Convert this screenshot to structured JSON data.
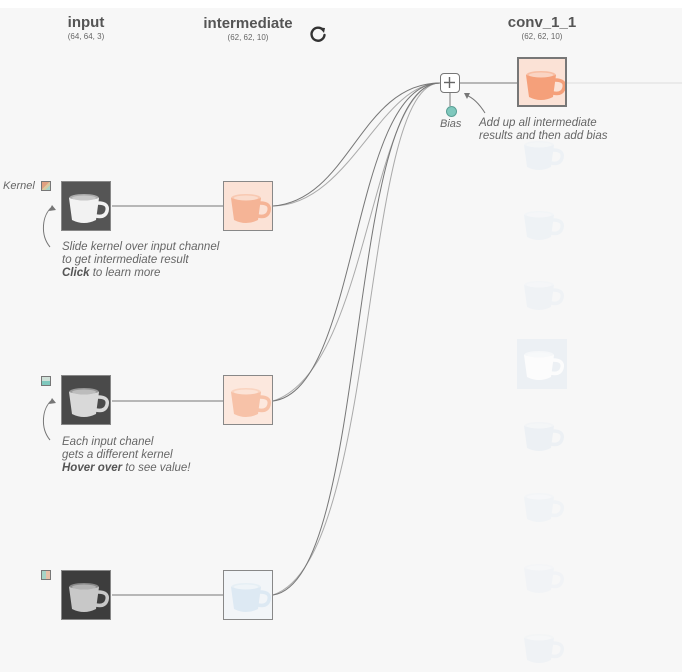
{
  "columns": {
    "input": {
      "title": "input",
      "shape": "(64, 64, 3)"
    },
    "intermediate": {
      "title": "intermediate",
      "shape": "(62, 62, 10)"
    },
    "output": {
      "title": "conv_1_1",
      "shape": "(62, 62, 10)"
    }
  },
  "kernel_label": "Kernel",
  "bias_label": "Bias",
  "annotations": {
    "slide": {
      "line1": "Slide kernel over input channel",
      "line2": "to get intermediate result",
      "bold": "Click",
      "rest": " to learn more"
    },
    "each": {
      "line1": "Each input chanel",
      "line2": "gets a different kernel",
      "bold": "Hover over",
      "rest": " to see value!"
    },
    "add": {
      "line1": "Add up all intermediate",
      "line2": "results and then add bias"
    }
  },
  "icons": {
    "refresh": "refresh-icon",
    "plus": "plus-icon"
  },
  "colors": {
    "orange": "#f5b496",
    "blue": "#dde9f3",
    "bias": "#7fc8bd",
    "link": "#777777"
  }
}
